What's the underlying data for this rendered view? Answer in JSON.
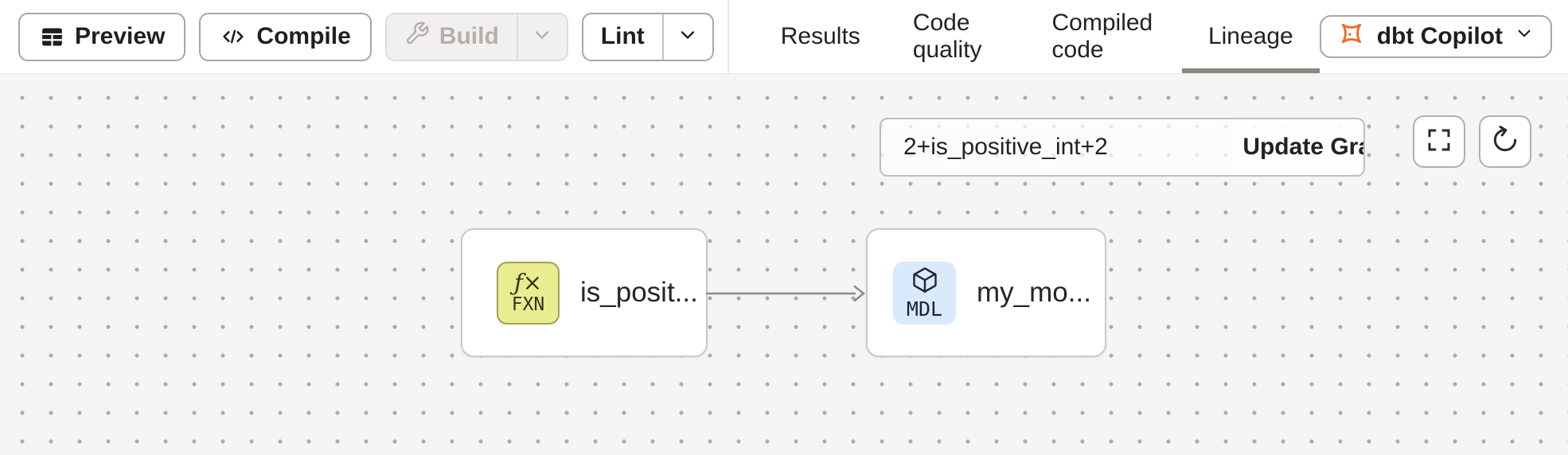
{
  "toolbar": {
    "preview_label": "Preview",
    "compile_label": "Compile",
    "build_label": "Build",
    "lint_label": "Lint"
  },
  "tabs": {
    "results": "Results",
    "code_quality": "Code quality",
    "compiled_code": "Compiled code",
    "lineage": "Lineage",
    "active_tab": "Lineage"
  },
  "copilot": {
    "label": "dbt Copilot"
  },
  "canvas": {
    "selector": {
      "value": "2+is_positive_int+2",
      "update_label": "Update Graph"
    },
    "nodes": [
      {
        "type": "function",
        "badge_symbol": "ƒ×",
        "badge_code": "FXN",
        "label": "is_posit...",
        "badge_color": "#e9ec8f"
      },
      {
        "type": "model",
        "badge_code": "MDL",
        "label": "my_mo...",
        "badge_color": "#d8eafc"
      }
    ],
    "edge": {
      "from": "is_posit...",
      "to": "my_mo..."
    }
  },
  "colors": {
    "canvas_background": "#f5f5f3",
    "header_background": "#ffffff",
    "active_tab_underline": "#8c8780",
    "function_badge": "#e9ec8f",
    "model_badge": "#d8eafc",
    "copilot_icon_orange": "#f06a29",
    "copilot_icon_purple": "#8a3ffc",
    "edge_stroke": "#8a8a8a"
  }
}
